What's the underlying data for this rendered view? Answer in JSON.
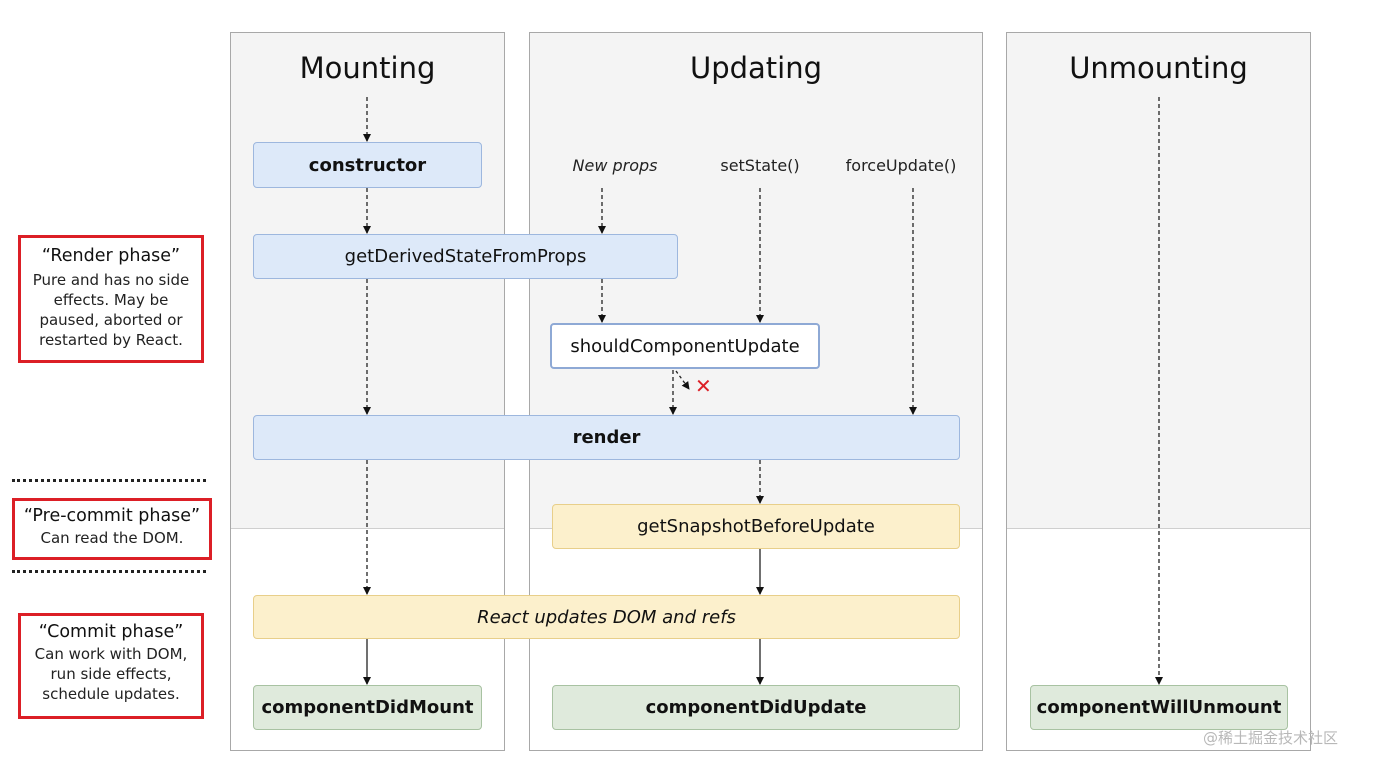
{
  "phases": {
    "mounting": "Mounting",
    "updating": "Updating",
    "unmounting": "Unmounting"
  },
  "triggers": {
    "new_props": "New props",
    "set_state": "setState()",
    "force_update": "forceUpdate()"
  },
  "methods": {
    "constructor": "constructor",
    "get_derived_state_from_props": "getDerivedStateFromProps",
    "should_component_update": "shouldComponentUpdate",
    "render": "render",
    "get_snapshot_before_update": "getSnapshotBeforeUpdate",
    "react_updates_dom": "React updates DOM and refs",
    "component_did_mount": "componentDidMount",
    "component_did_update": "componentDidUpdate",
    "component_will_unmount": "componentWillUnmount"
  },
  "notes": {
    "render_phase": {
      "title": "“Render phase”",
      "lines": [
        "Pure and has no side",
        "effects. May be",
        "paused, aborted or",
        "restarted by React."
      ]
    },
    "precommit_phase": {
      "title": "“Pre-commit phase”",
      "lines": [
        "Can read the DOM."
      ]
    },
    "commit_phase": {
      "title": "“Commit phase”",
      "lines": [
        "Can work with DOM,",
        "run side effects,",
        "schedule updates."
      ]
    }
  },
  "cancel_mark": "✕",
  "watermark": "@稀土掘金技术社区",
  "colors": {
    "render_box": "#dde9f9",
    "commit_box": "#fcf0cc",
    "lifecycle_end_box": "#dfeadc",
    "note_border": "#dc1f26"
  }
}
